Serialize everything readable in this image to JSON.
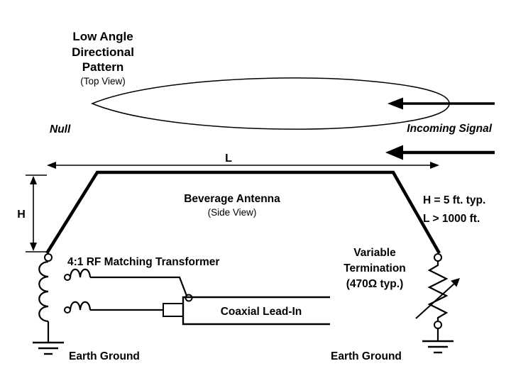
{
  "pattern": {
    "title": [
      "Low Angle",
      "Directional",
      "Pattern"
    ],
    "subtitle": "(Top View)",
    "null_label": "Null",
    "incoming_label": "Incoming Signal"
  },
  "antenna": {
    "length_label": "L",
    "height_label": "H",
    "name": "Beverage Antenna",
    "subtitle": "(Side View)",
    "height_spec": "H = 5 ft. typ.",
    "length_spec": "L > 1000 ft."
  },
  "transformer": {
    "label": "4:1 RF Matching Transformer"
  },
  "coax": {
    "label": "Coaxial Lead-In"
  },
  "termination": {
    "label": [
      "Variable",
      "Termination",
      "(470Ω typ.)"
    ]
  },
  "grounds": {
    "left": "Earth Ground",
    "right": "Earth Ground"
  },
  "colors": {
    "ink": "#000000",
    "background": "#ffffff"
  }
}
